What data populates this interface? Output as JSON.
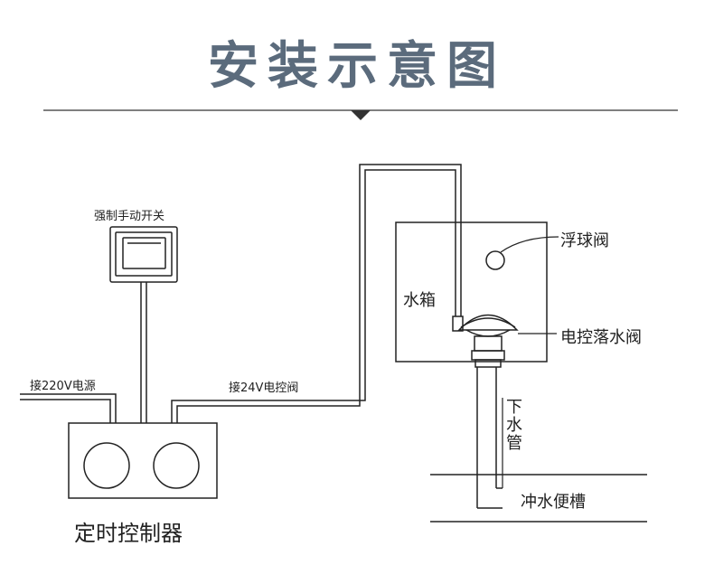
{
  "title": "安装示意图",
  "labels": {
    "manual_switch": "强制手动开关",
    "power_220v": "接220V电源",
    "valve_24v": "接24V电控阀",
    "timer_controller": "定时控制器",
    "water_tank": "水箱",
    "float_valve": "浮球阀",
    "electric_drop_valve": "电控落水阀",
    "downpipe": "下水管",
    "flush_trough": "冲水便槽"
  },
  "colors": {
    "title": "#5b6b7c",
    "line": "#222222",
    "divider": "#333333"
  }
}
